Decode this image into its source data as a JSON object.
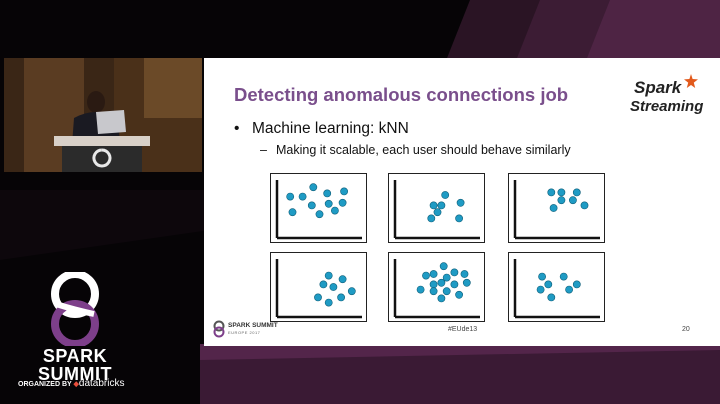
{
  "event": {
    "logo_name": "SPARK",
    "logo_name2": "SUMMIT",
    "organized_by": "ORGANIZED BY",
    "organizer": "databricks"
  },
  "slide": {
    "title": "Detecting anomalous connections job",
    "brand_logo_word1": "Spark",
    "brand_logo_word2": "Streaming",
    "bullet1": "Machine learning: kNN",
    "bullet2": "Making it scalable, each user should behave similarly",
    "footer_brand": "SPARK SUMMIT",
    "footer_sub": "EUROPE 2017",
    "hashtag": "#EUde13",
    "page_number": "20",
    "point_color": "#1f9bc4"
  },
  "plots": [
    {
      "points": [
        [
          0.12,
          0.28
        ],
        [
          0.28,
          0.28
        ],
        [
          0.42,
          0.1
        ],
        [
          0.6,
          0.22
        ],
        [
          0.82,
          0.18
        ],
        [
          0.4,
          0.45
        ],
        [
          0.62,
          0.42
        ],
        [
          0.8,
          0.4
        ],
        [
          0.15,
          0.58
        ],
        [
          0.5,
          0.62
        ],
        [
          0.7,
          0.55
        ]
      ]
    },
    {
      "points": [
        [
          0.6,
          0.25
        ],
        [
          0.45,
          0.45
        ],
        [
          0.55,
          0.45
        ],
        [
          0.8,
          0.4
        ],
        [
          0.5,
          0.58
        ],
        [
          0.42,
          0.7
        ],
        [
          0.78,
          0.7
        ]
      ]
    },
    {
      "points": [
        [
          0.42,
          0.2
        ],
        [
          0.55,
          0.2
        ],
        [
          0.75,
          0.2
        ],
        [
          0.55,
          0.35
        ],
        [
          0.7,
          0.35
        ],
        [
          0.85,
          0.45
        ],
        [
          0.45,
          0.5
        ]
      ]
    },
    {
      "points": [
        [
          0.62,
          0.28
        ],
        [
          0.8,
          0.35
        ],
        [
          0.55,
          0.45
        ],
        [
          0.68,
          0.5
        ],
        [
          0.92,
          0.58
        ],
        [
          0.48,
          0.7
        ],
        [
          0.78,
          0.7
        ],
        [
          0.62,
          0.8
        ]
      ]
    },
    {
      "points": [
        [
          0.58,
          0.1
        ],
        [
          0.45,
          0.25
        ],
        [
          0.72,
          0.22
        ],
        [
          0.85,
          0.25
        ],
        [
          0.35,
          0.28
        ],
        [
          0.62,
          0.32
        ],
        [
          0.45,
          0.45
        ],
        [
          0.55,
          0.42
        ],
        [
          0.72,
          0.45
        ],
        [
          0.88,
          0.42
        ],
        [
          0.28,
          0.55
        ],
        [
          0.45,
          0.58
        ],
        [
          0.62,
          0.58
        ],
        [
          0.55,
          0.72
        ],
        [
          0.78,
          0.65
        ]
      ]
    },
    {
      "points": [
        [
          0.3,
          0.3
        ],
        [
          0.58,
          0.3
        ],
        [
          0.38,
          0.45
        ],
        [
          0.75,
          0.45
        ],
        [
          0.28,
          0.55
        ],
        [
          0.65,
          0.55
        ],
        [
          0.42,
          0.7
        ]
      ]
    }
  ]
}
